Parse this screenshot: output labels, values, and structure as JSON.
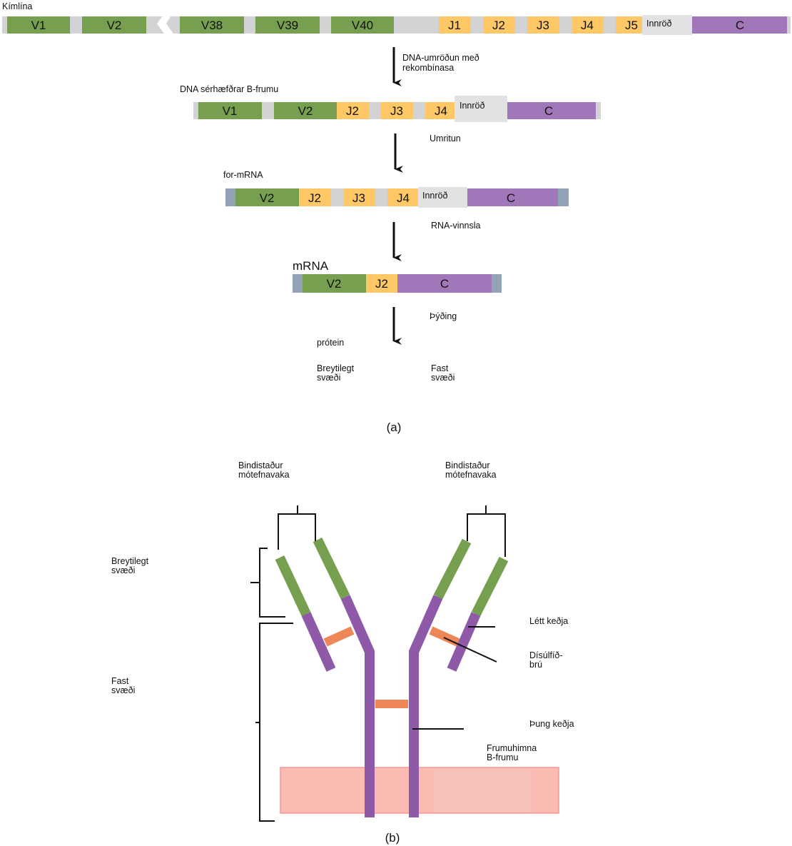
{
  "colors": {
    "v": "#76a04f",
    "j": "#fdc865",
    "c": "#a078b9",
    "gap": "#d3d3d5",
    "intron": "#e2e2e4",
    "cap": "#94a2b6",
    "heavy": "#8e5aa8",
    "bridge": "#ef8658",
    "membrane": "#f9bbb2",
    "membrane_border": "#f09a91"
  },
  "part_a": {
    "germline": {
      "title": "Kímlína",
      "segments": [
        "V1",
        "V2",
        "V38",
        "V39",
        "V40",
        "J1",
        "J2",
        "J3",
        "J4",
        "J5",
        "Innröð",
        "C"
      ]
    },
    "step1": "DNA-umröðun með rekombínasa",
    "step1_line1": "DNA-umröðun með",
    "step1_line2": "rekombínasa",
    "bcell_dna": {
      "title": "DNA sérhæfðrar B-frumu",
      "segments": [
        "V1",
        "V2",
        "J2",
        "J3",
        "J4",
        "Innröð",
        "C"
      ]
    },
    "step2": "Umritun",
    "pre_mrna": {
      "title": "for-mRNA",
      "segments": [
        "V2",
        "J2",
        "J3",
        "J4",
        "Innröð",
        "C"
      ]
    },
    "step3": "RNA-vinnsla",
    "mrna": {
      "title": "mRNA",
      "segments": [
        "V2",
        "J2",
        "C"
      ]
    },
    "step4": "Þýðing",
    "protein_label": "prótein",
    "variable_line1": "Breytilegt",
    "variable_line2": "svæði",
    "constant_line1": "Fast",
    "constant_line2": "svæði",
    "caption": "(a)"
  },
  "part_b": {
    "binding_left_line1": "Bindistaður",
    "binding_left_line2": "mótefnavaka",
    "binding_right_line1": "Bindistaður",
    "binding_right_line2": "mótefnavaka",
    "variable_line1": "Breytilegt",
    "variable_line2": "svæði",
    "constant_line1": "Fast",
    "constant_line2": "svæði",
    "light_chain": "Létt keðja",
    "disulfide_line1": "Dísúlfíð-",
    "disulfide_line2": "brú",
    "heavy_chain": "Þung keðja",
    "membrane_line1": "Frumuhimna",
    "membrane_line2": "B-frumu",
    "caption": "(b)"
  }
}
